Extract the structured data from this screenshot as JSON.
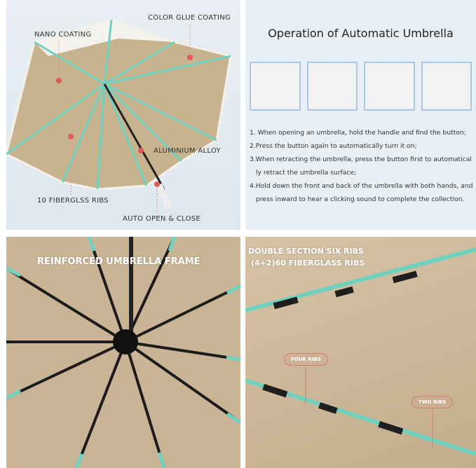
{
  "features_panel": {
    "labels": {
      "nano": "NANO COATING",
      "glue": "COLOR GLUE COATING",
      "alloy": "ALUMINIUM ALLOY",
      "ribs": "10 FIBERGLSS RIBS",
      "auto": "AUTO OPEN & CLOSE"
    },
    "colors": {
      "canopy": "#c8b38f",
      "rib": "#6fd1be",
      "dot": "#e05a5a"
    }
  },
  "operation_panel": {
    "title": "Operation of Automatic Umbrella",
    "steps": [
      "1. When opening an umbrella, hold the handle and find the button;",
      "2.Press the button again to automatically turn it on;",
      "3.When retracting the umbrella, press the button first  to  automatical",
      "ly retract the umbrella surface;",
      "4.Hold down the front and back of the umbrella with both hands, and",
      "press inward to hear a clicking sound to complete the collection."
    ]
  },
  "frame_panel": {
    "heading": "REINFORCED UMBRELLA FRAME"
  },
  "ribs_panel": {
    "heading_line1": "DOUBLE SECTION SIX RIBS",
    "heading_line2": "(4+2)60 FIBERGLASS RIBS",
    "tag_four": "FOUR RIBS",
    "tag_two": "TWO RIBS"
  }
}
